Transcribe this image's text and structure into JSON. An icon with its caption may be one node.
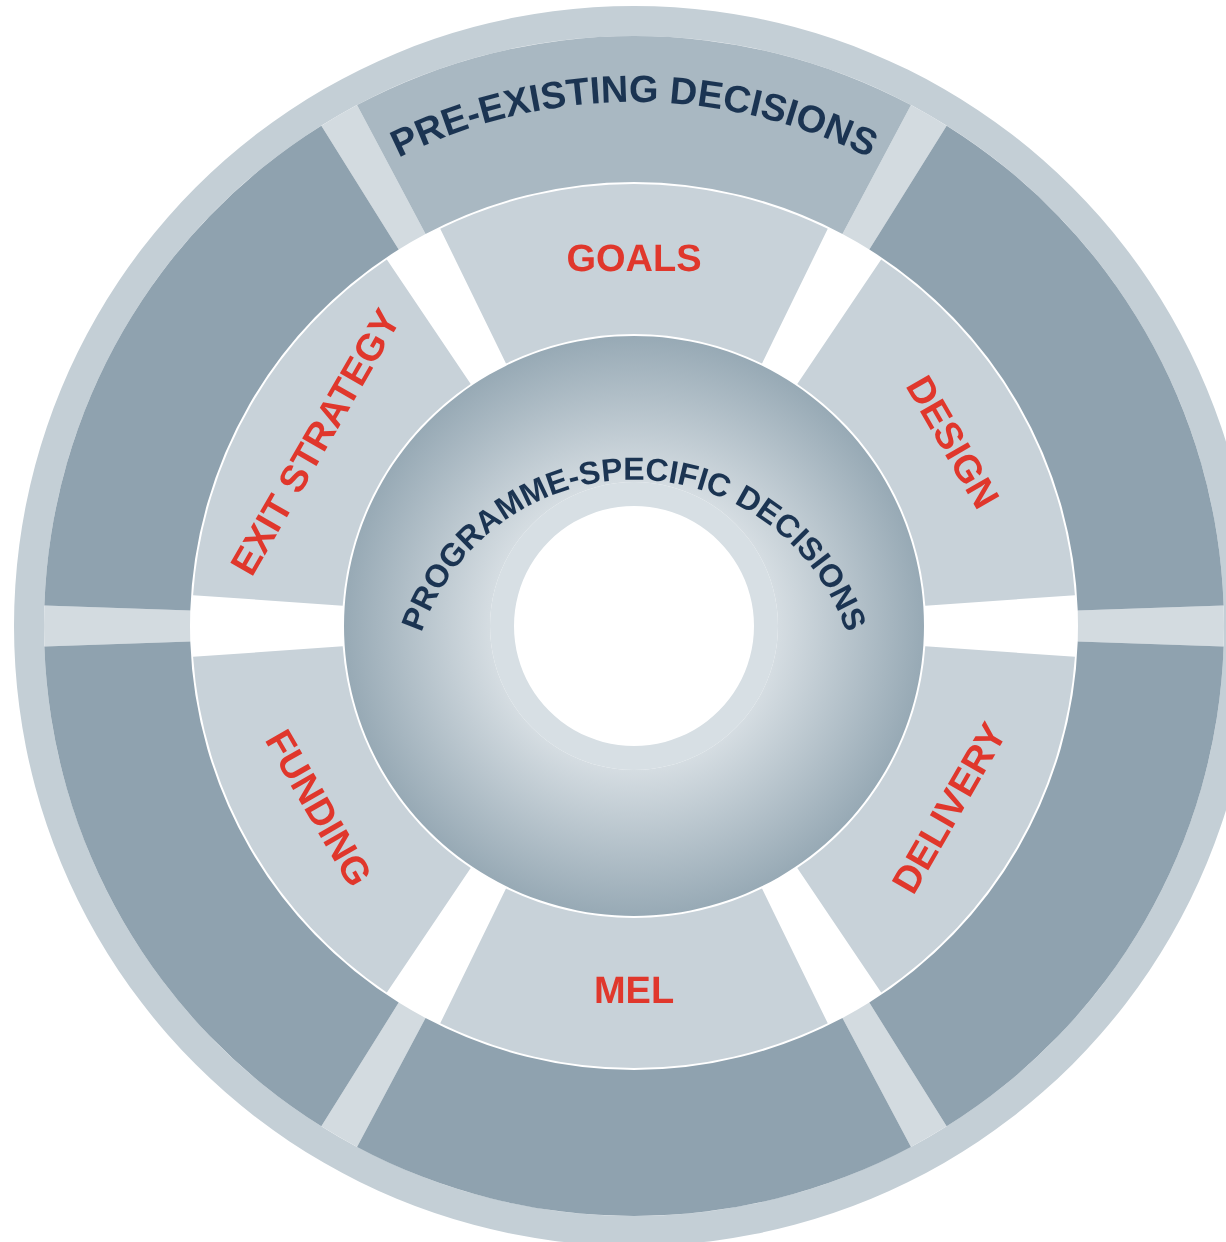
{
  "diagram": {
    "nodes": [
      {
        "text": [
          "PRE-EXISTING DECISIONS"
        ]
      },
      {
        "text": [
          "PROGRAMME-SPECIFIC DECISIONS"
        ]
      },
      {
        "text": [
          "GOALS"
        ]
      },
      {
        "text": [
          "DESIGN"
        ]
      },
      {
        "text": [
          "DELIVERY"
        ]
      },
      {
        "text": [
          "MEL"
        ]
      },
      {
        "text": [
          "FUNDING"
        ]
      },
      {
        "text": [
          "EXIT STRATEGY"
        ]
      },
      {
        "text": [],
        "shape": "band"
      },
      {
        "text": [],
        "shape": "band"
      },
      {
        "text": [],
        "shape": "band"
      },
      {
        "text": [],
        "shape": "band"
      },
      {
        "text": [],
        "shape": "band"
      }
    ],
    "edges": []
  }
}
